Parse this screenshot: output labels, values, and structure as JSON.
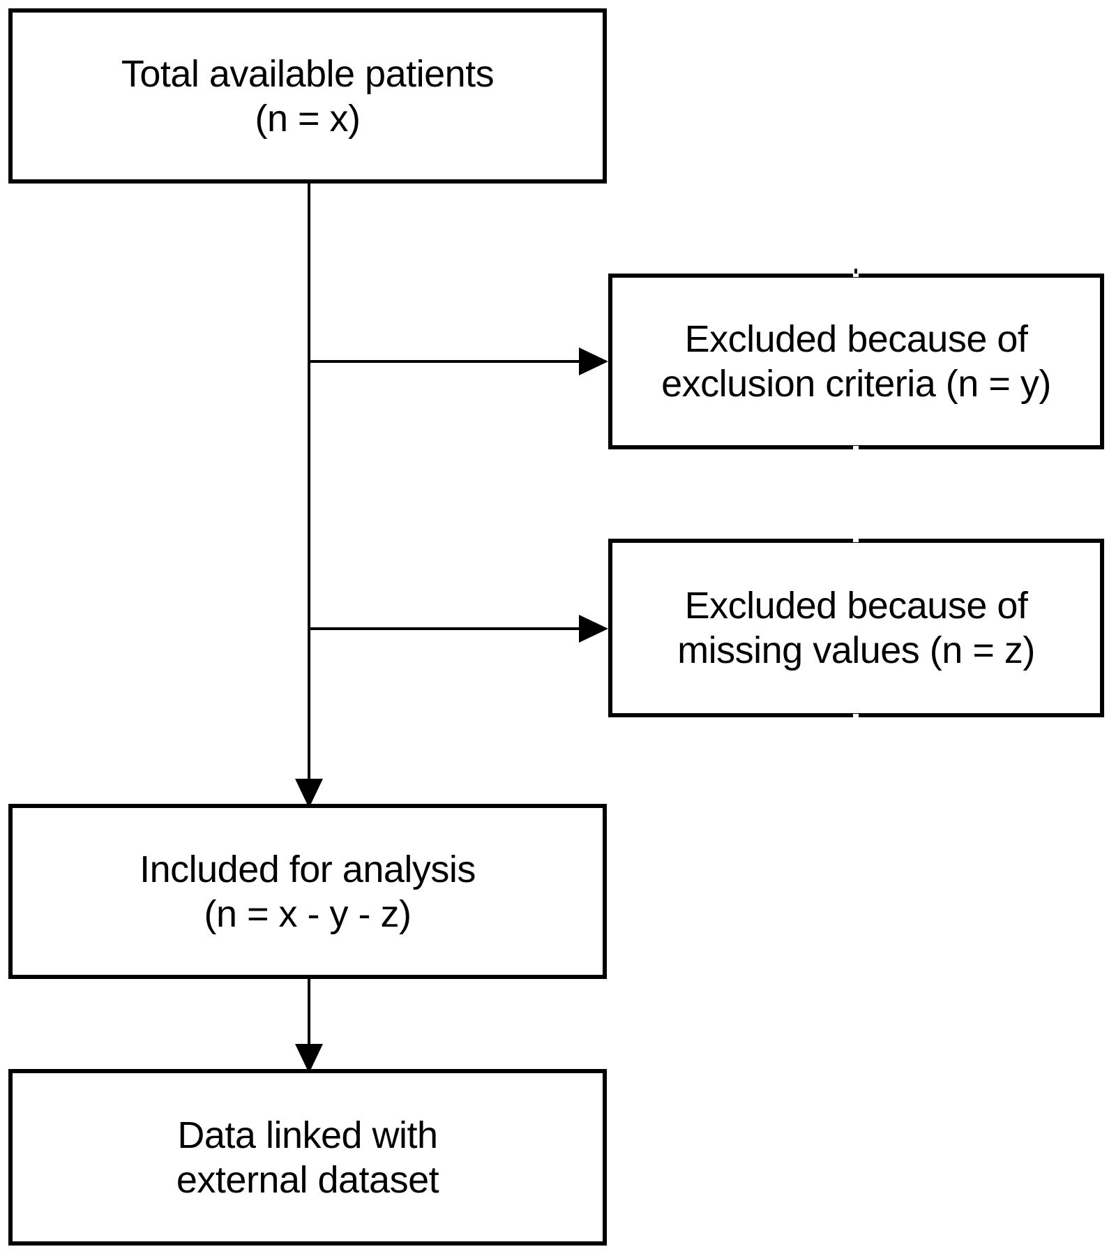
{
  "diagram": {
    "type": "flowchart",
    "background_color": "#ffffff",
    "ink_color": "#000000",
    "nodes": [
      {
        "id": "total-available-patients",
        "lines": [
          "Total available patients",
          "(n = x)"
        ]
      },
      {
        "id": "excluded-exclusion-criteria",
        "lines": [
          "Excluded because of",
          "exclusion criteria (n = y)"
        ]
      },
      {
        "id": "excluded-missing-values",
        "lines": [
          "Excluded because of",
          "missing values (n = z)"
        ]
      },
      {
        "id": "included-for-analysis",
        "lines": [
          "Included for analysis",
          "(n = x - y - z)"
        ]
      },
      {
        "id": "data-linked-external-dataset",
        "lines": [
          "Data linked with",
          "external dataset"
        ]
      }
    ],
    "edges": [
      {
        "from": "total-available-patients",
        "to": "excluded-exclusion-criteria",
        "direction": "right"
      },
      {
        "from": "total-available-patients",
        "to": "excluded-missing-values",
        "direction": "right"
      },
      {
        "from": "total-available-patients",
        "to": "included-for-analysis",
        "direction": "down"
      },
      {
        "from": "included-for-analysis",
        "to": "data-linked-external-dataset",
        "direction": "down"
      }
    ]
  }
}
